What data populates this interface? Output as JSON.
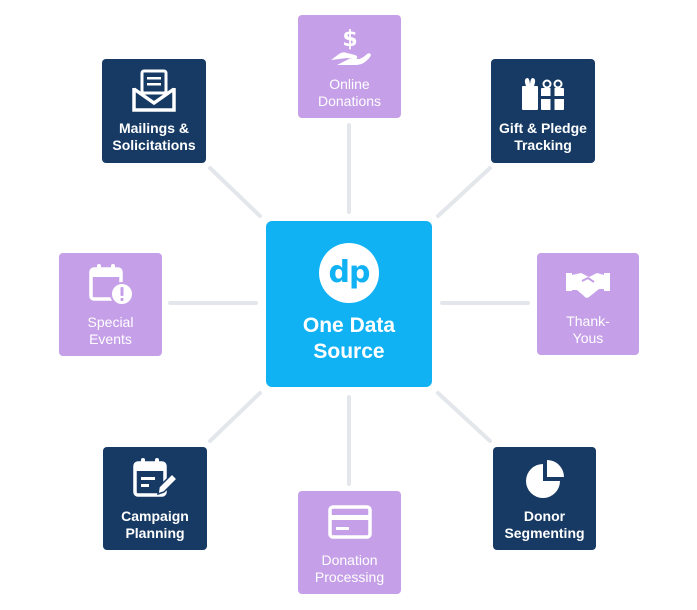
{
  "colors": {
    "navy": "#163a64",
    "lavender": "#c59fe7",
    "cyan": "#11b2f4",
    "connector": "#e3e7eb"
  },
  "center": {
    "logo_text": "dp",
    "title": "One Data\nSource"
  },
  "tiles": {
    "online_donations": {
      "label": "Online\nDonations",
      "icon": "dollar-hand-icon"
    },
    "gift_pledge": {
      "label": "Gift & Pledge\nTracking",
      "icon": "gift-icon"
    },
    "thank_yous": {
      "label": "Thank-\nYous",
      "icon": "handshake-icon"
    },
    "donor_segmenting": {
      "label": "Donor\nSegmenting",
      "icon": "pie-chart-icon"
    },
    "donation_processing": {
      "label": "Donation\nProcessing",
      "icon": "credit-card-icon"
    },
    "campaign_planning": {
      "label": "Campaign\nPlanning",
      "icon": "calendar-edit-icon"
    },
    "special_events": {
      "label": "Special\nEvents",
      "icon": "calendar-alert-icon"
    },
    "mailings": {
      "label": "Mailings &\nSolicitations",
      "icon": "mail-icon"
    }
  }
}
